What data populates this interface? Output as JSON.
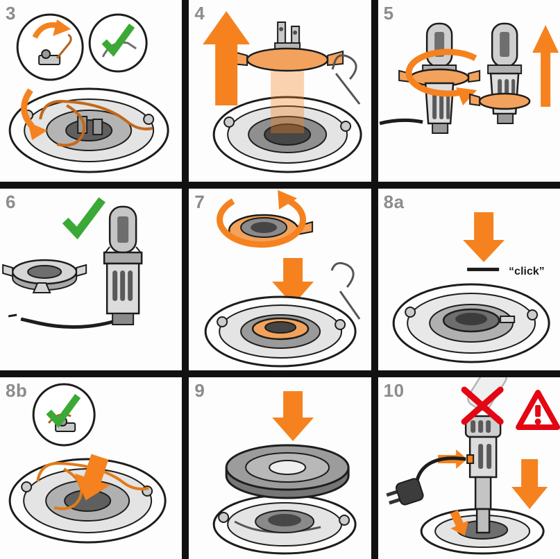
{
  "document": {
    "type": "installation-instructions",
    "grid": {
      "rows": 3,
      "columns": 3
    }
  },
  "colors": {
    "accent_orange": "#F5821F",
    "success_green": "#3BA935",
    "warning_red": "#E30613",
    "divider_black": "#111111",
    "panel_background": "#FDFDFD",
    "step_number_gray": "#8C8C8C"
  },
  "panels": [
    {
      "id": "step-3",
      "label": "3",
      "icons": [
        "rotate-arrow-icon",
        "checkmark-icon",
        "wire-clip"
      ]
    },
    {
      "id": "step-4",
      "label": "4",
      "icons": [
        "up-arrow-icon"
      ]
    },
    {
      "id": "step-5",
      "label": "5",
      "icons": [
        "rotate-arrow-icon",
        "up-arrow-icon"
      ]
    },
    {
      "id": "step-6",
      "label": "6",
      "icons": [
        "checkmark-icon"
      ]
    },
    {
      "id": "step-7",
      "label": "7",
      "icons": [
        "rotate-arrow-icon",
        "down-arrow-icon"
      ]
    },
    {
      "id": "step-8a",
      "label": "8a",
      "icons": [
        "down-arrow-icon"
      ],
      "click_text": "“click”"
    },
    {
      "id": "step-8b",
      "label": "8b",
      "icons": [
        "checkmark-icon",
        "down-arrow-icon"
      ]
    },
    {
      "id": "step-9",
      "label": "9",
      "icons": [
        "down-arrow-icon"
      ]
    },
    {
      "id": "step-10",
      "label": "10",
      "icons": [
        "cross-icon",
        "warning-icon",
        "right-arrow-icon",
        "down-arrow-icon"
      ]
    }
  ]
}
